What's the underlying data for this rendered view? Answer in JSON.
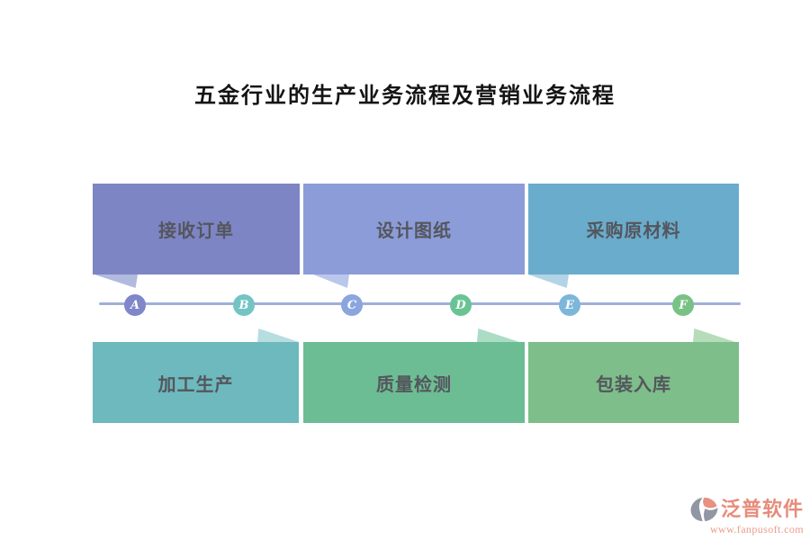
{
  "title": {
    "text": "五金行业的生产业务流程及营销业务流程",
    "color": "#141414"
  },
  "flow": {
    "line_color": "#9fafdb",
    "label_text_color": "#54565c",
    "node_letter_color": "#ffffff",
    "nodes": [
      {
        "letter": "A",
        "color": "#7f86c9"
      },
      {
        "letter": "B",
        "color": "#74c4c4"
      },
      {
        "letter": "C",
        "color": "#8ba6de"
      },
      {
        "letter": "D",
        "color": "#69c493"
      },
      {
        "letter": "E",
        "color": "#7cb7da"
      },
      {
        "letter": "F",
        "color": "#79c286"
      }
    ],
    "top_boxes": [
      {
        "label": "接收订单",
        "color": "#7d85c5",
        "tail_color": "#b3badf",
        "points_to": "A"
      },
      {
        "label": "设计图纸",
        "color": "#8c9cd9",
        "tail_color": "#bac7ec",
        "points_to": "C"
      },
      {
        "label": "采购原材料",
        "color": "#6aaccc",
        "tail_color": "#b2d4e6",
        "points_to": "E"
      }
    ],
    "bottom_boxes": [
      {
        "label": "加工生产",
        "color": "#6db9bd",
        "tail_color": "#b6dde0",
        "points_to": "B"
      },
      {
        "label": "质量检测",
        "color": "#6cbd94",
        "tail_color": "#abdcc4",
        "points_to": "D"
      },
      {
        "label": "包装入库",
        "color": "#7dbe8b",
        "tail_color": "#b6dcba",
        "points_to": "F"
      }
    ]
  },
  "logo": {
    "name": "泛普软件",
    "url": "www.fanpusoft.com",
    "name_color": "#e78c7b",
    "url_color": "#ea9b8b",
    "icon_gray": "#9097a3",
    "icon_accent": "#e89180"
  }
}
